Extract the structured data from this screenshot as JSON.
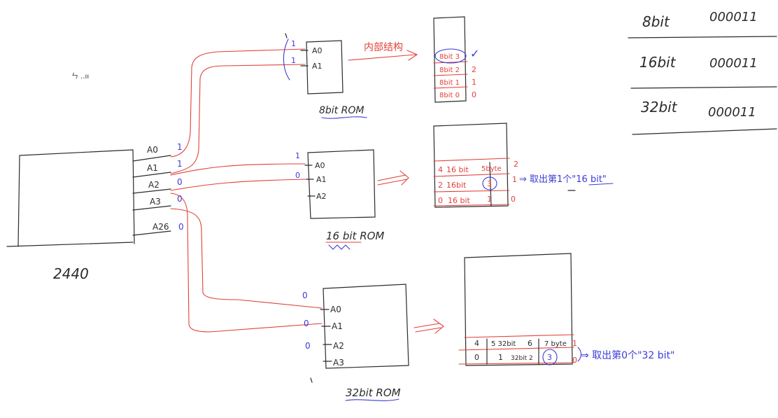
{
  "cpu": {
    "label": "2440",
    "note": "ㄣ ..ıı",
    "pins": [
      {
        "name": "A0",
        "value": "1"
      },
      {
        "name": "A1",
        "value": "1"
      },
      {
        "name": "A2",
        "value": "0"
      },
      {
        "name": "A3",
        "value": "0"
      },
      {
        "name": "A26",
        "value": "0"
      }
    ]
  },
  "rom8": {
    "title": "8bit ROM",
    "pins": [
      "A0",
      "A1"
    ],
    "inputs": [
      "1",
      "1"
    ],
    "note": "内部结构",
    "cells": [
      "8bit 3",
      "8bit 2",
      "8bit 1",
      "8bit 0"
    ],
    "addresses": [
      "2",
      "1",
      "0"
    ],
    "check": "✓"
  },
  "rom16": {
    "title": "16 bit ROM",
    "pins": [
      "A0",
      "A1",
      "A2"
    ],
    "inputs": [
      "1",
      "0"
    ],
    "rows": [
      {
        "left": "4",
        "mid": "16 bit",
        "right": "5byte",
        "addr": "2"
      },
      {
        "left": "2",
        "mid": "16bit",
        "right": "3",
        "addr": "1"
      },
      {
        "left": "0",
        "mid": "16 bit",
        "right": "1",
        "addr": "0"
      }
    ],
    "note": "⇒ 取出第1个\"16 bit\""
  },
  "rom32": {
    "title": "32bit ROM",
    "pins": [
      "A0",
      "A1",
      "A2",
      "A3"
    ],
    "inputs": [
      "0",
      "0",
      "0"
    ],
    "rows": [
      {
        "c1": "4",
        "c2": "5 32bit",
        "c3": "6",
        "c4": "7 byte",
        "addr": "1"
      },
      {
        "c1": "0",
        "c2": "1",
        "c3": "32bit  2",
        "c4": "3",
        "addr": "0"
      }
    ],
    "note": "⇒ 取出第0个\"32 bit\""
  },
  "summary": {
    "rows": [
      {
        "width": "8bit",
        "addr": "000011"
      },
      {
        "width": "16bit",
        "addr": "000011"
      },
      {
        "width": "32bit",
        "addr": "000011"
      }
    ]
  },
  "colors": {
    "black_ink": "#2b2b2b",
    "red_ink": "#e0413a",
    "blue_ink": "#3b3bd6"
  }
}
